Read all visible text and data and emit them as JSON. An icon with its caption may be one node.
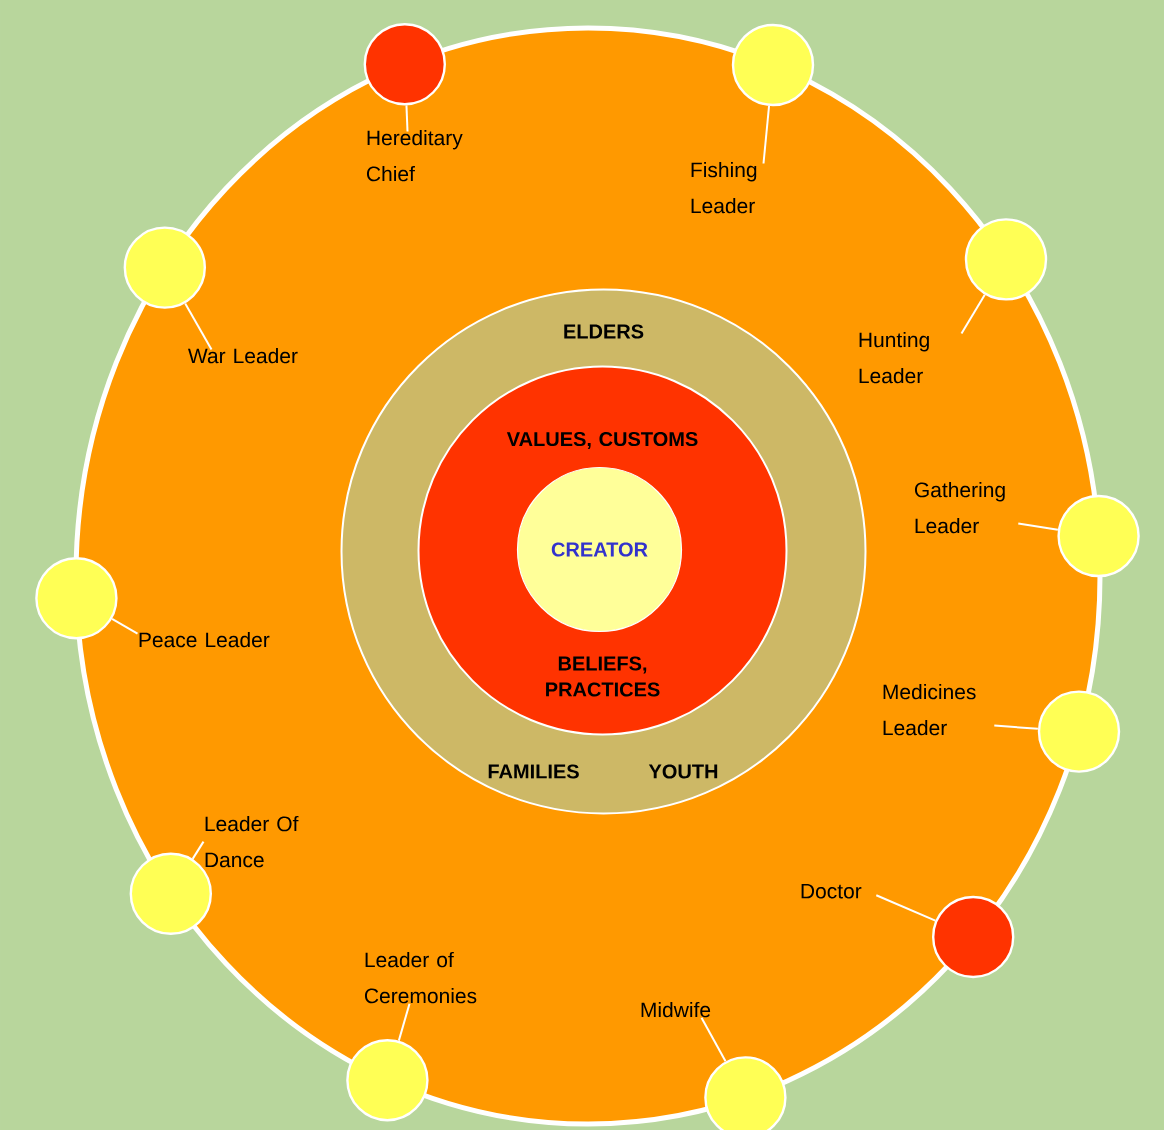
{
  "diagram": {
    "nodes": [
      {
        "text": [],
        "shape": "circle"
      },
      {
        "text": [
          "ELDERS",
          "FAMILIES",
          "YOUTH"
        ],
        "in": 0
      },
      {
        "text": [
          "VALUES, CUSTOMS",
          "BELIEFS, PRACTICES"
        ],
        "in": 1
      },
      {
        "text": [
          "CREATOR"
        ],
        "in": 2
      },
      {
        "text": [],
        "shape": "circle"
      },
      {
        "text": [
          "Hereditary Chief"
        ],
        "in": 0
      },
      {
        "text": [],
        "shape": "circle"
      },
      {
        "text": [
          "Fishing Leader"
        ],
        "in": 0
      },
      {
        "text": [],
        "shape": "circle"
      },
      {
        "text": [
          "War Leader"
        ],
        "in": 0
      },
      {
        "text": [],
        "shape": "circle"
      },
      {
        "text": [
          "Hunting Leader"
        ],
        "in": 0
      },
      {
        "text": [],
        "shape": "circle"
      },
      {
        "text": [
          "Gathering Leader"
        ],
        "in": 0
      },
      {
        "text": [],
        "shape": "circle"
      },
      {
        "text": [
          "Peace Leader"
        ],
        "in": 0
      },
      {
        "text": [],
        "shape": "circle"
      },
      {
        "text": [
          "Medicines Leader"
        ],
        "in": 0
      },
      {
        "text": [],
        "shape": "circle"
      },
      {
        "text": [
          "Leader Of Dance"
        ],
        "in": 0
      },
      {
        "text": [],
        "shape": "circle"
      },
      {
        "text": [
          "Doctor"
        ],
        "in": 0
      },
      {
        "text": [],
        "shape": "circle"
      },
      {
        "text": [
          "Leader of Ceremonies"
        ],
        "in": 0
      },
      {
        "text": [],
        "shape": "circle"
      },
      {
        "text": [
          "Midwife"
        ],
        "in": 0
      }
    ],
    "edges": [
      {
        "from": 5,
        "to": 4,
        "arrow": "none"
      },
      {
        "from": 7,
        "to": 6,
        "arrow": "none"
      },
      {
        "from": 9,
        "to": 8,
        "arrow": "none"
      },
      {
        "from": 11,
        "to": 10,
        "arrow": "none"
      },
      {
        "from": 13,
        "to": 12,
        "arrow": "none"
      },
      {
        "from": 15,
        "to": 14,
        "arrow": "none"
      },
      {
        "from": 17,
        "to": 16,
        "arrow": "none"
      },
      {
        "from": 19,
        "to": 18,
        "arrow": "none"
      },
      {
        "from": 21,
        "to": 20,
        "arrow": "none"
      },
      {
        "from": 23,
        "to": 22,
        "arrow": "none"
      },
      {
        "from": 25,
        "to": 24,
        "arrow": "none"
      }
    ]
  }
}
